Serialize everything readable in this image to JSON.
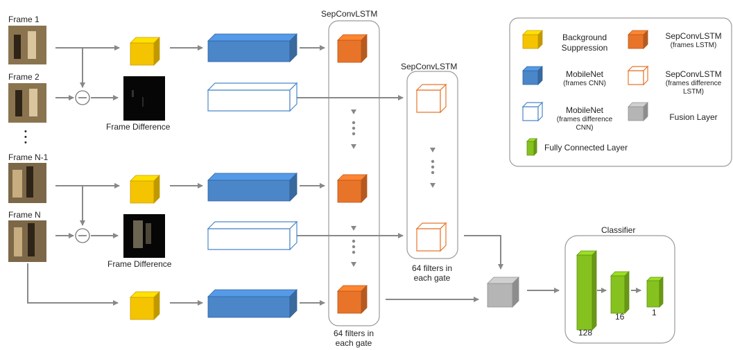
{
  "frames": {
    "frame1": "Frame 1",
    "frame2": "Frame 2",
    "dots": "•\n•\n•",
    "frameN1": "Frame N-1",
    "frameN": "Frame N"
  },
  "frame_difference": [
    "Frame Difference",
    "Frame Difference"
  ],
  "sepconv_frames": {
    "title": "SepConvLSTM",
    "note_line1": "64 filters in",
    "note_line2": "each gate"
  },
  "sepconv_diff": {
    "title": "SepConvLSTM",
    "note_line1": "64 filters in",
    "note_line2": "each gate"
  },
  "classifier": {
    "title": "Classifier",
    "sizes": [
      "128",
      "16",
      "1"
    ]
  },
  "legend": {
    "background_suppression": [
      "Background",
      "Suppression"
    ],
    "sepconv_frames": [
      "SepConvLSTM",
      "(frames LSTM)"
    ],
    "mobilenet_frames": [
      "MobileNet",
      "(frames CNN)"
    ],
    "sepconv_diff": [
      "SepConvLSTM",
      "(frames difference",
      "LSTM)"
    ],
    "mobilenet_diff": [
      "MobileNet",
      "(frames difference",
      "CNN)"
    ],
    "fusion": "Fusion Layer",
    "fc": "Fully Connected Layer"
  },
  "colors": {
    "yellow": "#f5c400",
    "blue": "#4a86c8",
    "orange": "#e8742a",
    "gray": "#b5b5b5",
    "green": "#86c21f",
    "arrow": "#888888"
  }
}
